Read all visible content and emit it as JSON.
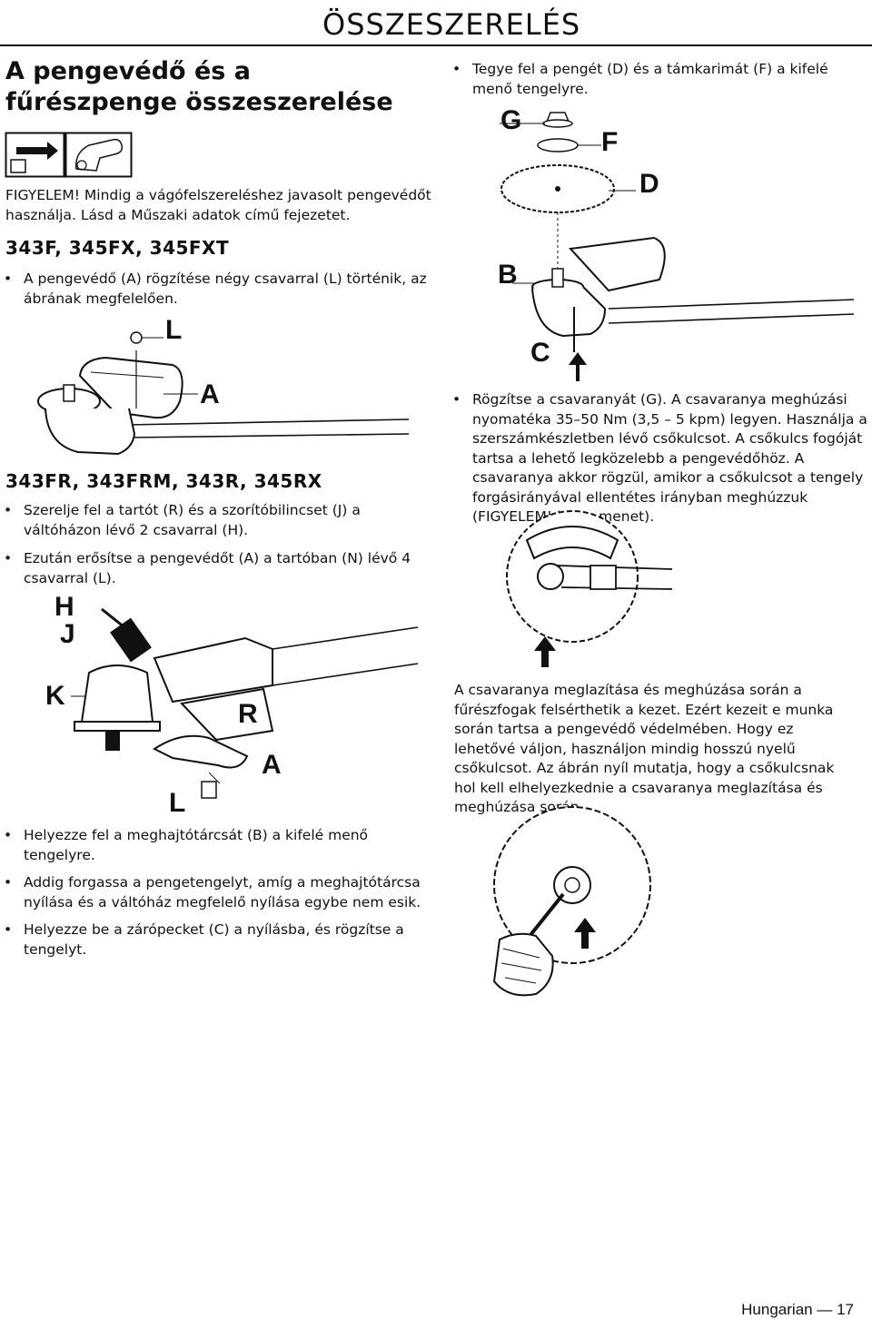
{
  "page_header": "ÖSSZESZERELÉS",
  "left": {
    "title": "A pengevédő és a fűrészpenge összeszerelése",
    "warning_text": "FIGYELEM! Mindig a vágófelszereléshez javasolt pengevédőt használja. Lásd a Műszaki adatok című fejezetet.",
    "section1_title": "343F, 345FX, 345FXT",
    "section1_bullet": "A pengevédő (A) rögzítése négy csavarral (L) történik, az ábrának megfelelően.",
    "fig1_labels": {
      "L": "L",
      "A": "A"
    },
    "section2_title": "343FR, 343FRM, 343R, 345RX",
    "section2_bullets": [
      "Szerelje fel a tartót (R) és a szorítóbilincset (J) a váltóházon lévő 2 csavarral (H).",
      "Ezután erősítse a pengevédőt (A) a tartóban (N) lévő 4 csavarral (L)."
    ],
    "fig2_labels": {
      "H": "H",
      "J": "J",
      "K": "K",
      "R": "R",
      "A": "A",
      "L": "L"
    },
    "section3_bullets": [
      "Helyezze fel a meghajtótárcsát (B) a kifelé menő tengelyre.",
      "Addig forgassa a pengetengelyt, amíg a meghajtótárcsa nyílása és a váltóház megfelelő nyílása egybe nem esik.",
      "Helyezze be a zárópecket (C) a nyílásba, és rögzítse a tengelyt."
    ]
  },
  "right": {
    "bullet1": "Tegye fel a pengét (D) és a támkarimát (F) a kifelé menő tengelyre.",
    "fig3_labels": {
      "G": "G",
      "F": "F",
      "D": "D",
      "B": "B",
      "C": "C"
    },
    "bullet2": "Rögzítse a csavaranyát (G). A csavaranya meghúzási nyomatéka 35–50 Nm (3,5 – 5 kpm) legyen. Használja a szerszámkészletben lévő csőkulcsot. A csőkulcs fogóját tartsa a lehető legközelebb a pengevédőhöz. A csavaranya akkor rögzül, amikor a csőkulcsot a tengely forgásirányával ellentétes irányban meghúzzuk (FIGYELEM! balos menet).",
    "paragraph": "A csavaranya meglazítása és meghúzása során a fűrészfogak felsérthetik a kezet. Ezért kezeit e munka során tartsa a pengevédő védelmében. Hogy ez lehetővé váljon, használjon mindig hosszú nyelű csőkulcsot. Az ábrán nyíl mutatja, hogy a csőkulcsnak hol kell elhelyezkednie a csavaranya meglazítása és meghúzása során."
  },
  "footer": {
    "language": "Hungarian",
    "separator": "—",
    "page": "17"
  }
}
